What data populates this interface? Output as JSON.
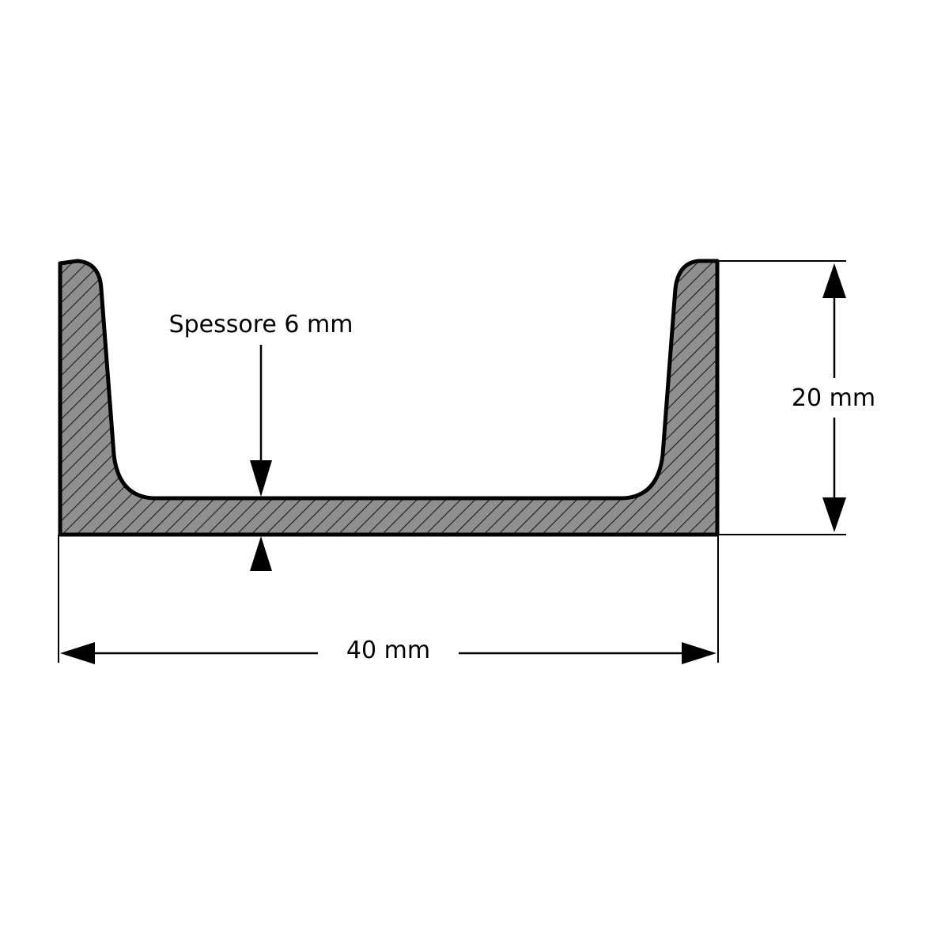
{
  "profile": {
    "name": "U-channel cross-section",
    "fill_color": "#8f8f8f",
    "hatch_color": "#1a1a1a",
    "outline_color": "#000000"
  },
  "dimensions": {
    "thickness_label": "Spessore 6 mm",
    "height_label": "20 mm",
    "width_label": "40 mm"
  }
}
